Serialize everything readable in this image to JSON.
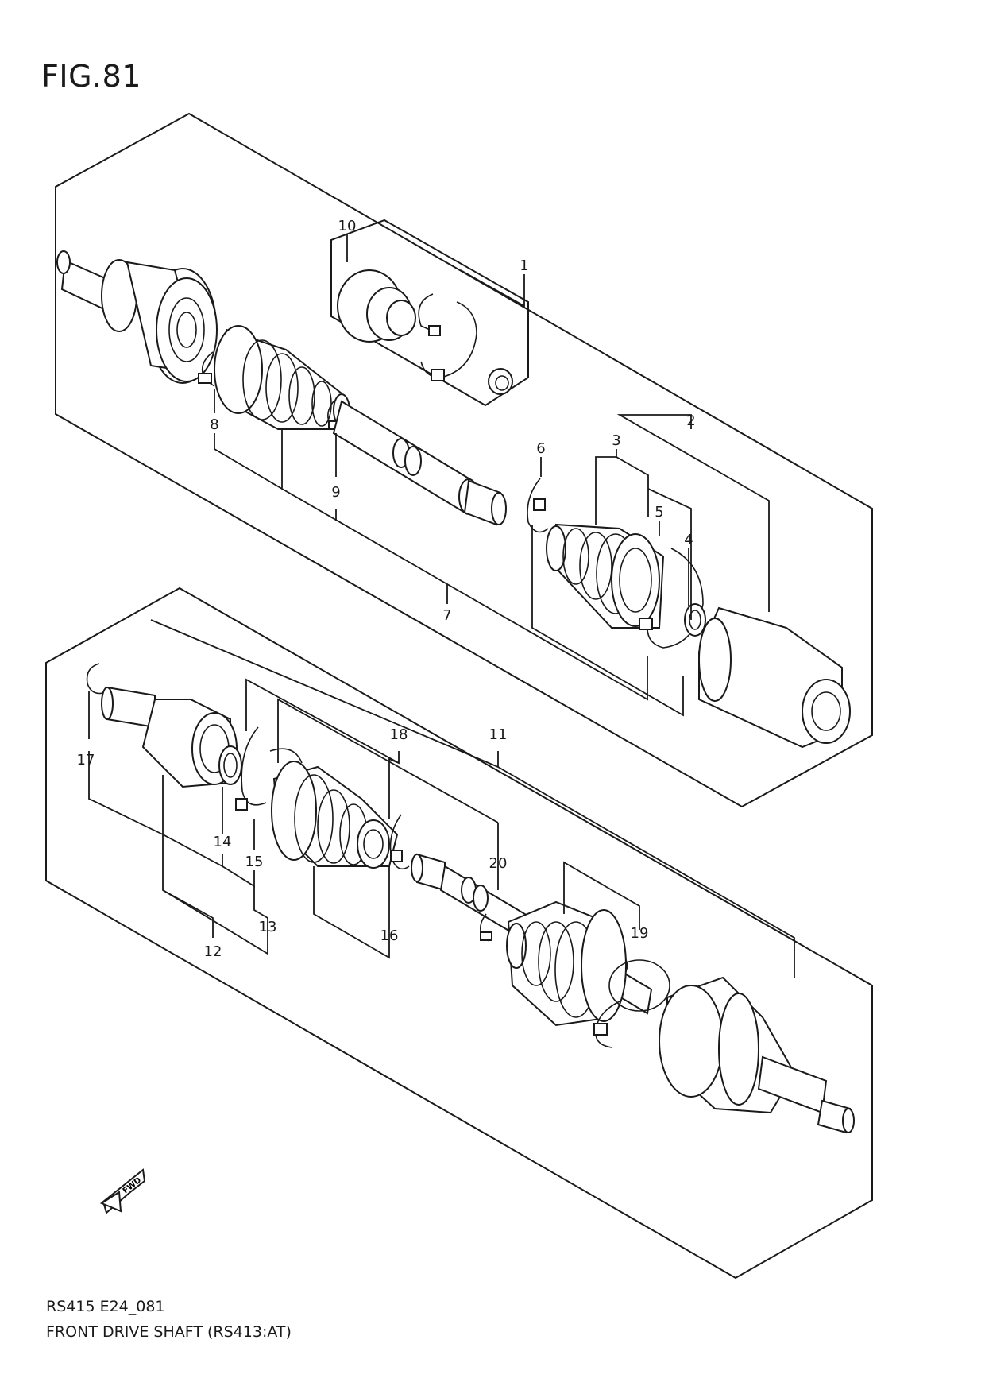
{
  "figure": {
    "title": "FIG.81"
  },
  "footer": {
    "code": "RS415 E24_081",
    "caption": "FRONT DRIVE SHAFT (RS413:AT)"
  },
  "fwd_arrow": {
    "label": "FWD"
  },
  "callouts": {
    "c1": "1",
    "c2": "2",
    "c3": "3",
    "c4": "4",
    "c5": "5",
    "c6": "6",
    "c7": "7",
    "c8": "8",
    "c9": "9",
    "c10": "10",
    "c11": "11",
    "c12": "12",
    "c13": "13",
    "c14": "14",
    "c15": "15",
    "c16": "16",
    "c17": "17",
    "c18": "18",
    "c19": "19",
    "c20": "20"
  }
}
